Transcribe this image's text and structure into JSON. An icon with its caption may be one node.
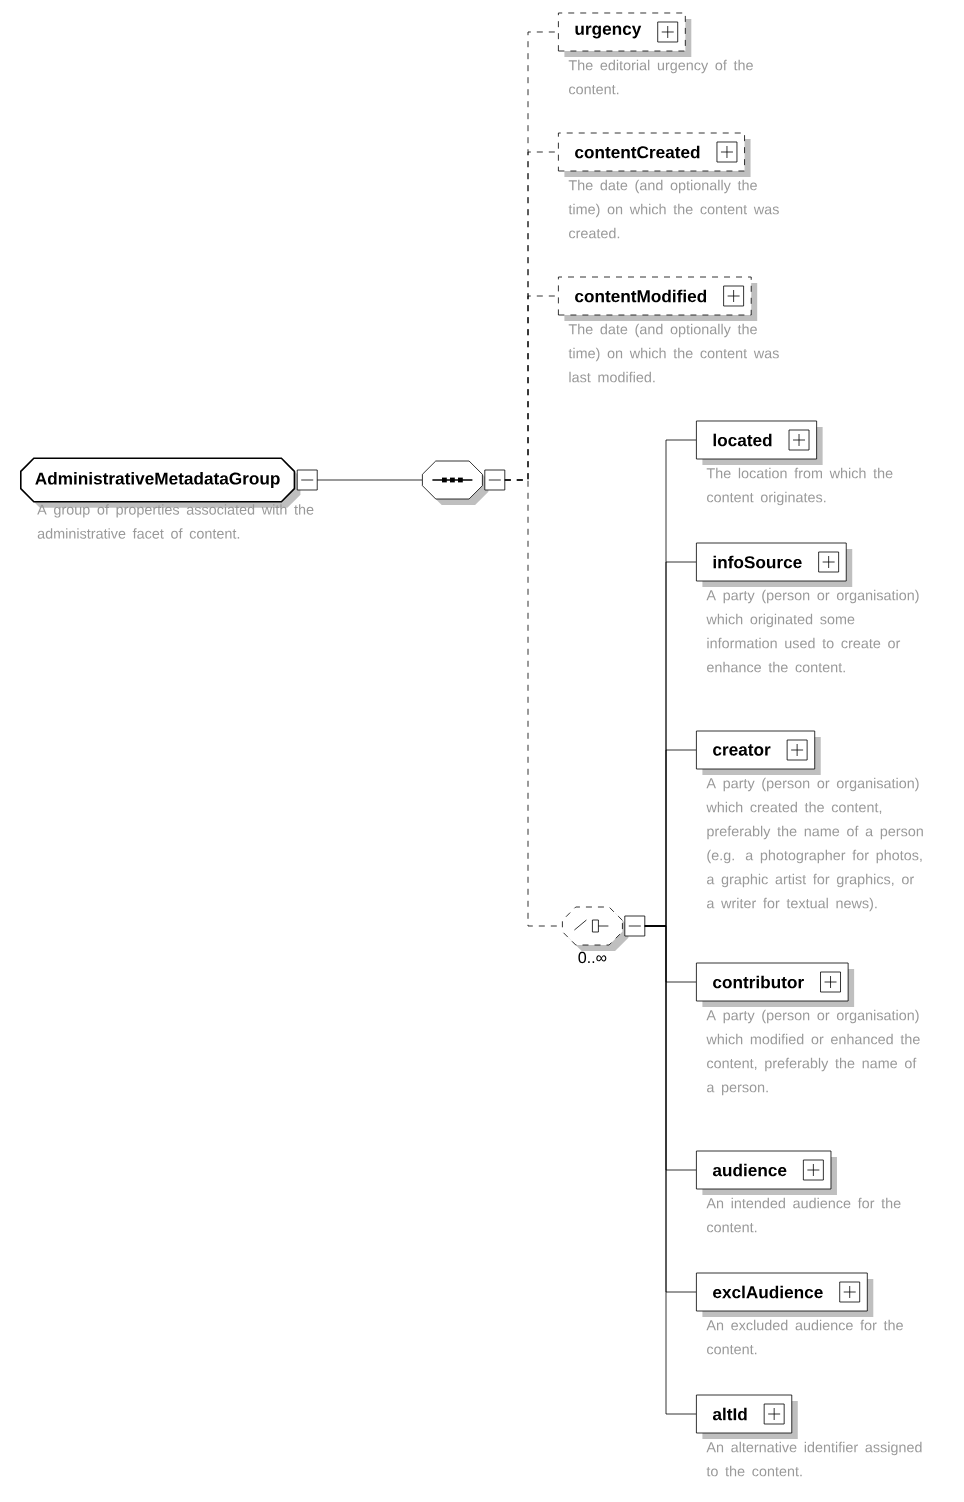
{
  "diagram": {
    "nodes": [
      {
        "text": [
          "AdministrativeMetadataGroup"
        ],
        "beside": [
          "A group of properties associated with the administrative facet of content."
        ]
      },
      {
        "text": [],
        "shape": "octagon"
      },
      {
        "text": [
          "urgency"
        ],
        "beside": [
          "The editorial urgency of the content."
        ]
      },
      {
        "text": [
          "contentCreated"
        ],
        "beside": [
          "The date (and optionally the time) on which the content was created."
        ]
      },
      {
        "text": [
          "contentModified"
        ],
        "beside": [
          "The date (and optionally the time) on which the content was last modified."
        ]
      },
      {
        "text": [],
        "shape": "octagon",
        "beside": [
          "0..∞"
        ]
      },
      {
        "text": [
          "located"
        ],
        "beside": [
          "The location from which the content originates."
        ]
      },
      {
        "text": [
          "infoSource"
        ],
        "beside": [
          "A party (person or organisation) which originated some information used to create or enhance the content."
        ]
      },
      {
        "text": [
          "creator"
        ],
        "beside": [
          "A party (person or organisation) which created the content, preferably the name of a person (e.g. a photographer for photos, a graphic artist for graphics, or a writer for textual news)."
        ]
      },
      {
        "text": [
          "contributor"
        ],
        "beside": [
          "A party (person or organisation) which modified or enhanced the content, preferably the name of a person."
        ]
      },
      {
        "text": [
          "audience"
        ],
        "beside": [
          "An intended audience for the content."
        ]
      },
      {
        "text": [
          "exclAudience"
        ],
        "beside": [
          "An excluded audience for the content."
        ]
      },
      {
        "text": [
          "altId"
        ],
        "beside": [
          "An alternative identifier assigned to the content."
        ]
      }
    ],
    "edges": [
      {
        "from": 0,
        "to": 1,
        "arrow": "none"
      },
      {
        "from": 1,
        "to": 2,
        "arrow": "none",
        "style": "dashed"
      },
      {
        "from": 1,
        "to": 3,
        "arrow": "none",
        "style": "dashed"
      },
      {
        "from": 1,
        "to": 4,
        "arrow": "none",
        "style": "dashed"
      },
      {
        "from": 1,
        "to": 5,
        "arrow": "none",
        "style": "dashed"
      },
      {
        "from": 5,
        "to": 6,
        "arrow": "none"
      },
      {
        "from": 5,
        "to": 7,
        "arrow": "none"
      },
      {
        "from": 5,
        "to": 8,
        "arrow": "none"
      },
      {
        "from": 5,
        "to": 9,
        "arrow": "none"
      },
      {
        "from": 5,
        "to": 10,
        "arrow": "none"
      },
      {
        "from": 5,
        "to": 11,
        "arrow": "none"
      },
      {
        "from": 5,
        "to": 12,
        "arrow": "none"
      }
    ]
  }
}
